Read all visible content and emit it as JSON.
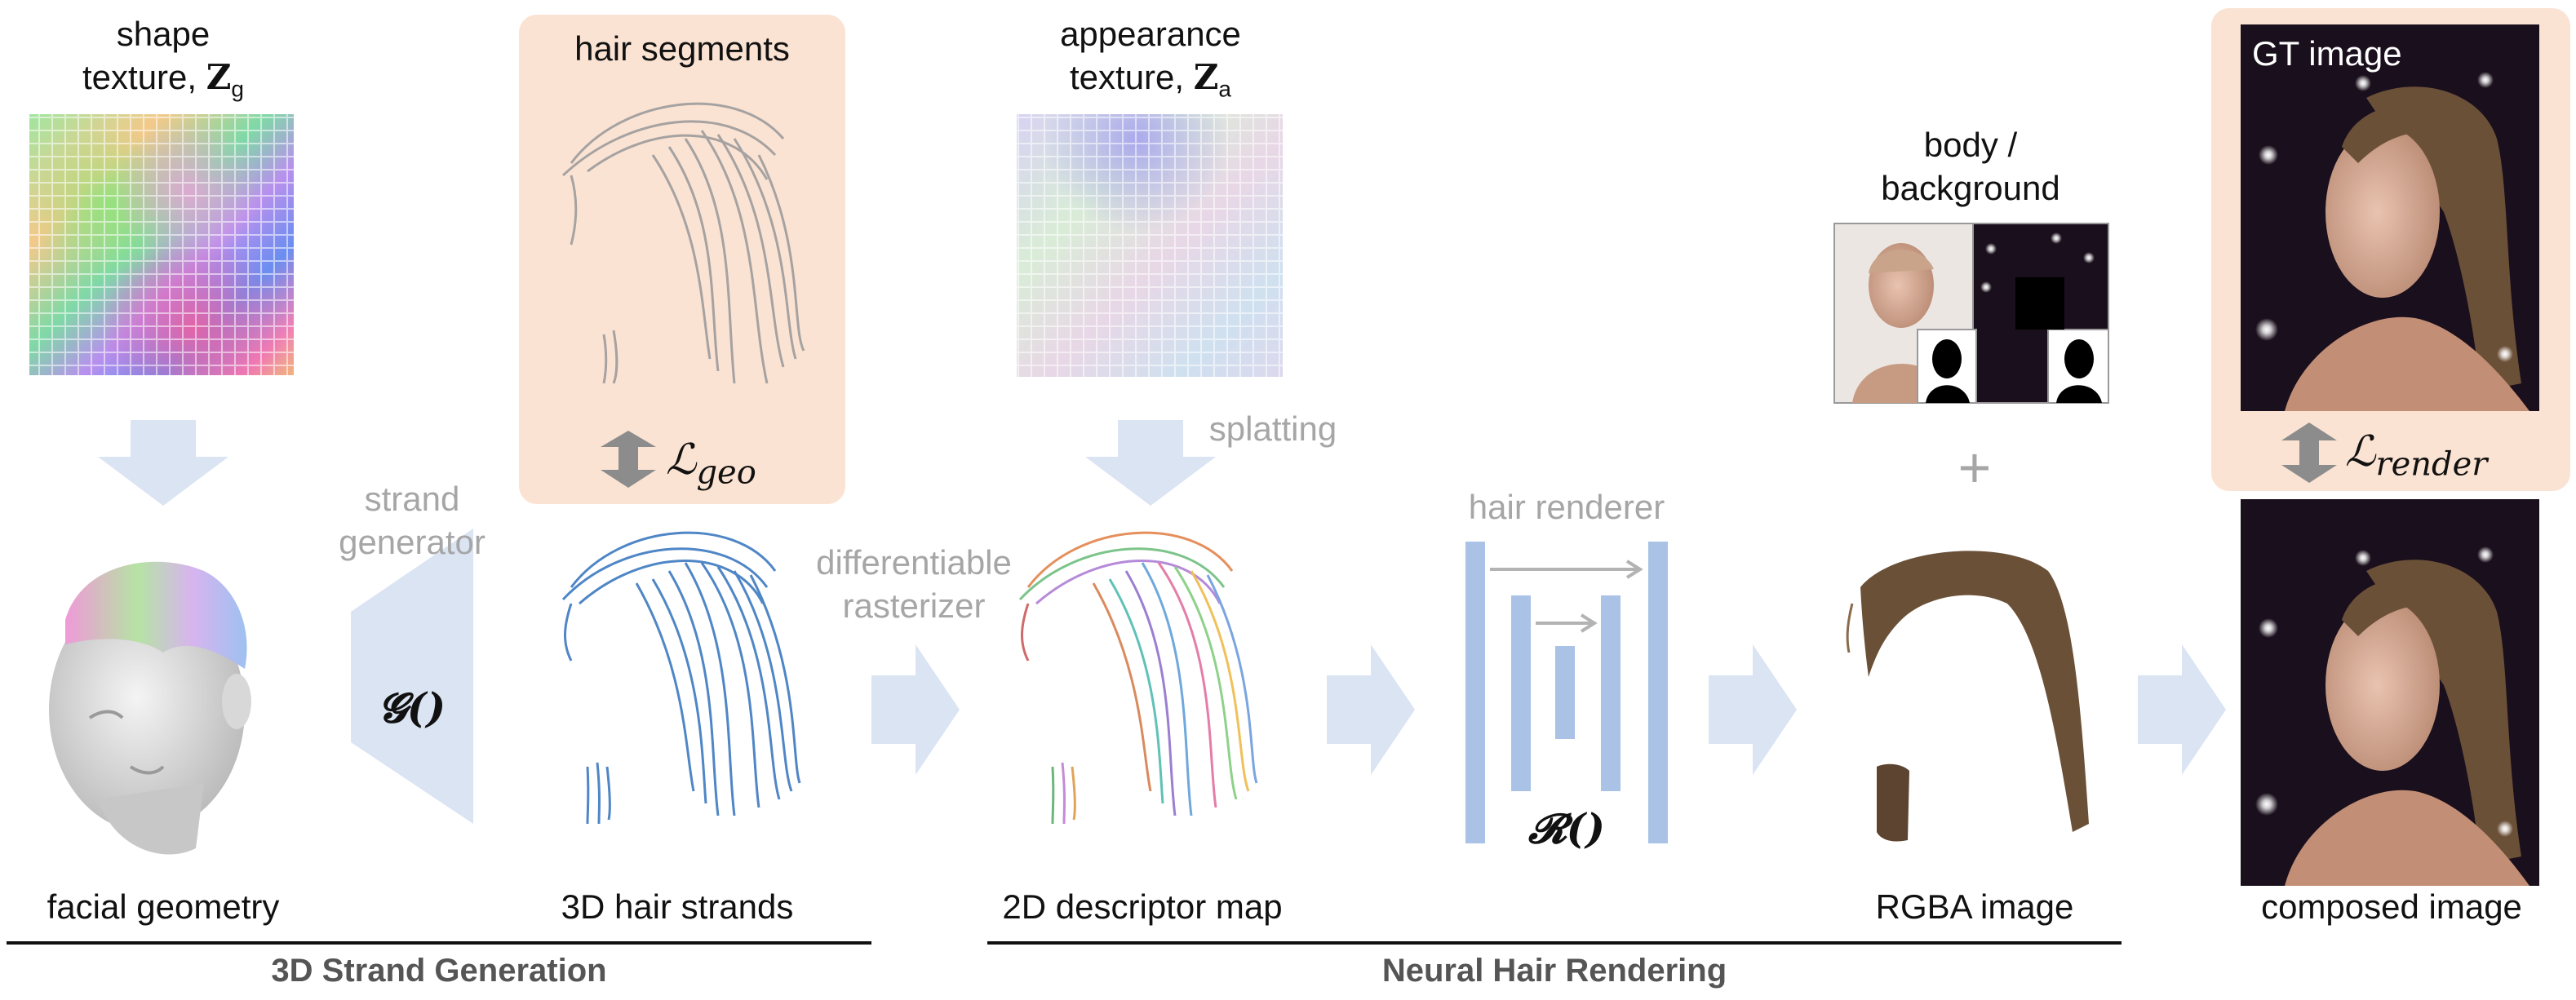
{
  "labels": {
    "shape_texture_l1": "shape",
    "shape_texture_l2": "texture, ",
    "shape_texture_sym": "Z",
    "shape_texture_sub": "g",
    "hair_segments": "hair segments",
    "appearance_l1": "appearance",
    "appearance_l2": "texture, ",
    "appearance_sym": "Z",
    "appearance_sub": "a",
    "body_background_l1": "body /",
    "body_background_l2": "background",
    "gt_image": "GT image",
    "strand_generator_l1": "strand",
    "strand_generator_l2": "generator",
    "differentiable_l1": "differentiable",
    "differentiable_l2": "rasterizer",
    "splatting": "splatting",
    "hair_renderer": "hair renderer",
    "generator_symbol": "𝓖()",
    "renderer_symbol": "𝓡()",
    "loss_geo_main": "ℒ",
    "loss_geo_sub": "geo",
    "loss_render_main": "ℒ",
    "loss_render_sub": "render",
    "plus": "+",
    "facial_geometry": "facial geometry",
    "hair_strands_3d": "3D hair strands",
    "descriptor_map": "2D descriptor map",
    "rgba_image": "RGBA image",
    "composed_image": "composed image"
  },
  "sections": {
    "strand_generation": "3D Strand Generation",
    "neural_rendering": "Neural Hair Rendering"
  },
  "colors": {
    "arrow": "#dbe4f3",
    "block": "#a9c2e6",
    "peach": "#fbe3d3",
    "strand_blue": "#4f86c6",
    "hair_brown": "#6b5038",
    "dark_bg": "#1a0f1c"
  }
}
